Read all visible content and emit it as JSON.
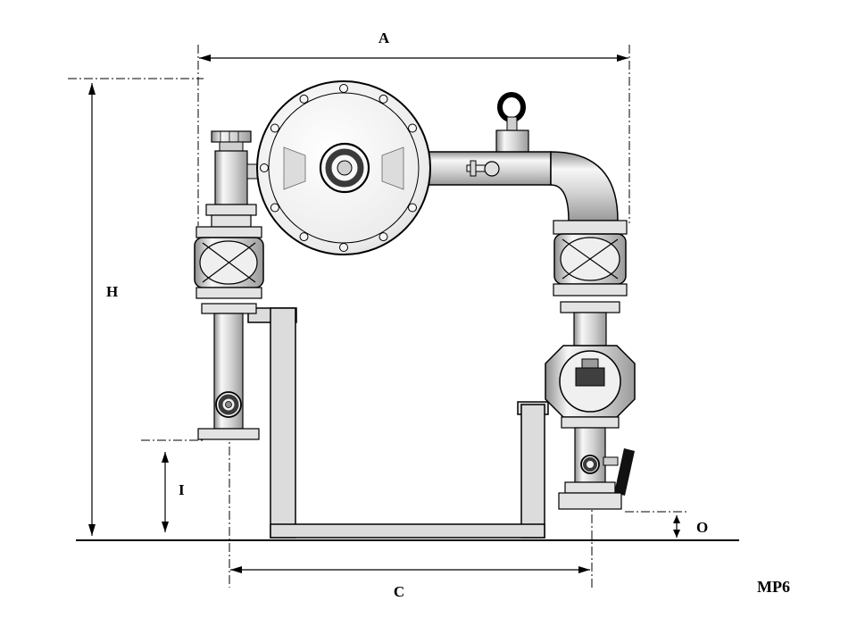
{
  "diagram": {
    "model": "MP6",
    "dims": {
      "a": "A",
      "h": "H",
      "i": "I",
      "c": "C",
      "o": "O"
    },
    "colors": {
      "line": "#000000",
      "metal_light": "#f2f2f2",
      "metal_mid": "#d9d9d9",
      "metal_dark": "#8c8c8c",
      "handle": "#111111",
      "background": "#ffffff"
    }
  }
}
